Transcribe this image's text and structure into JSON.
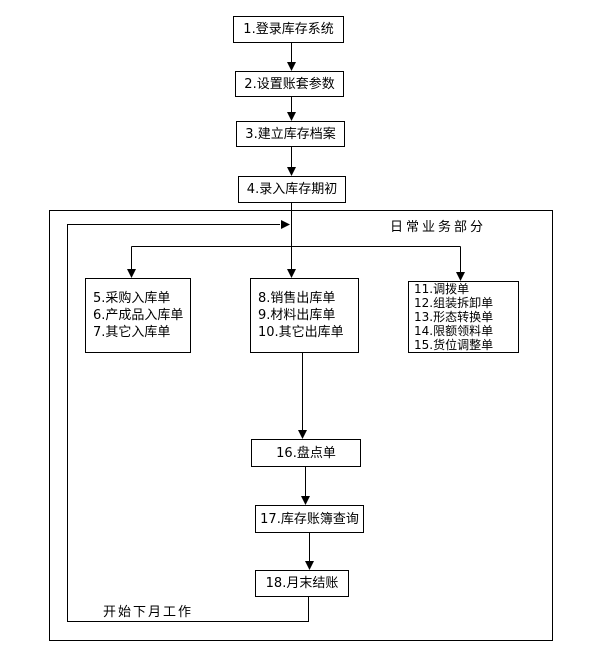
{
  "page": {
    "background": "#ffffff",
    "line_color": "#000000"
  },
  "labels": {
    "daily_section": "日常业务部分",
    "next_month": "开始下月工作"
  },
  "nodes": {
    "login": {
      "label": "1.登录库存系统"
    },
    "params": {
      "label": "2.设置账套参数"
    },
    "archive": {
      "label": "3.建立库存档案"
    },
    "opening": {
      "label": "4.录入库存期初"
    },
    "inbound": {
      "lines": [
        "5.采购入库单",
        "6.产成品入库单",
        "7.其它入库单"
      ]
    },
    "outbound": {
      "lines": [
        "8.销售出库单",
        "9.材料出库单",
        "10.其它出库单"
      ]
    },
    "other_docs": {
      "lines": [
        "11.调拨单",
        "12.组装拆卸单",
        "13.形态转换单",
        "14.限额领料单",
        "15.货位调整单"
      ]
    },
    "stocktake": {
      "label": "16.盘点单"
    },
    "ledger": {
      "label": "17.库存账簿查询"
    },
    "closing": {
      "label": "18.月末结账"
    }
  }
}
